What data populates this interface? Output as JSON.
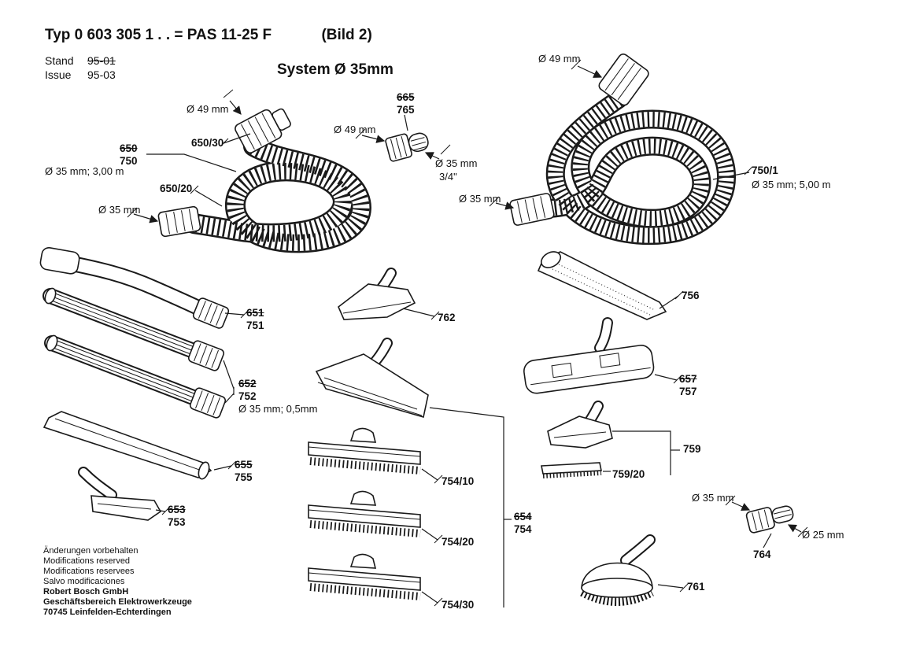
{
  "header": {
    "typ": "Typ 0 603 305 1 . . = PAS 11-25 F",
    "bild": "(Bild 2)",
    "stand_label": "Stand",
    "stand_value": "95-01",
    "issue_label": "Issue",
    "issue_value": "95-03",
    "system": "System Ø 35mm"
  },
  "labels": {
    "dia49_left": "Ø 49 mm",
    "p650_30": "650/30",
    "p650": "650",
    "p750": "750",
    "dim35_3m": "Ø 35 mm; 3,00 m",
    "p650_20": "650/20",
    "dia35_left": "Ø 35 mm",
    "p665": "665",
    "p765": "765",
    "dia49_mid": "Ø 49 mm",
    "dia35_mid": "Ø 35 mm",
    "dia34in": "3/4\"",
    "dia49_right": "Ø 49 mm",
    "p750_1": "750/1",
    "dim35_5m": "Ø 35 mm; 5,00 m",
    "dia35_right": "Ø 35 mm",
    "p756": "756",
    "p762": "762",
    "p651": "651",
    "p751": "751",
    "p657": "657",
    "p757": "757",
    "p652": "652",
    "p752": "752",
    "dim35_05": "Ø 35 mm; 0,5mm",
    "p759": "759",
    "p759_20": "759/20",
    "p655": "655",
    "p755": "755",
    "p754_10": "754/10",
    "p653": "653",
    "p753": "753",
    "p654": "654",
    "p754": "754",
    "p754_20": "754/20",
    "dia35_764": "Ø 35 mm",
    "dia25": "Ø 25 mm",
    "p764": "764",
    "p754_30": "754/30",
    "p761": "761"
  },
  "footer": {
    "line1": "Änderungen vorbehalten",
    "line2": "Modifications reserved",
    "line3": "Modifications reservees",
    "line4": "Salvo modificaciones",
    "company": "Robert Bosch GmbH",
    "division": "Geschäftsbereich Elektrowerkzeuge",
    "address": "70745 Leinfelden-Echterdingen"
  }
}
